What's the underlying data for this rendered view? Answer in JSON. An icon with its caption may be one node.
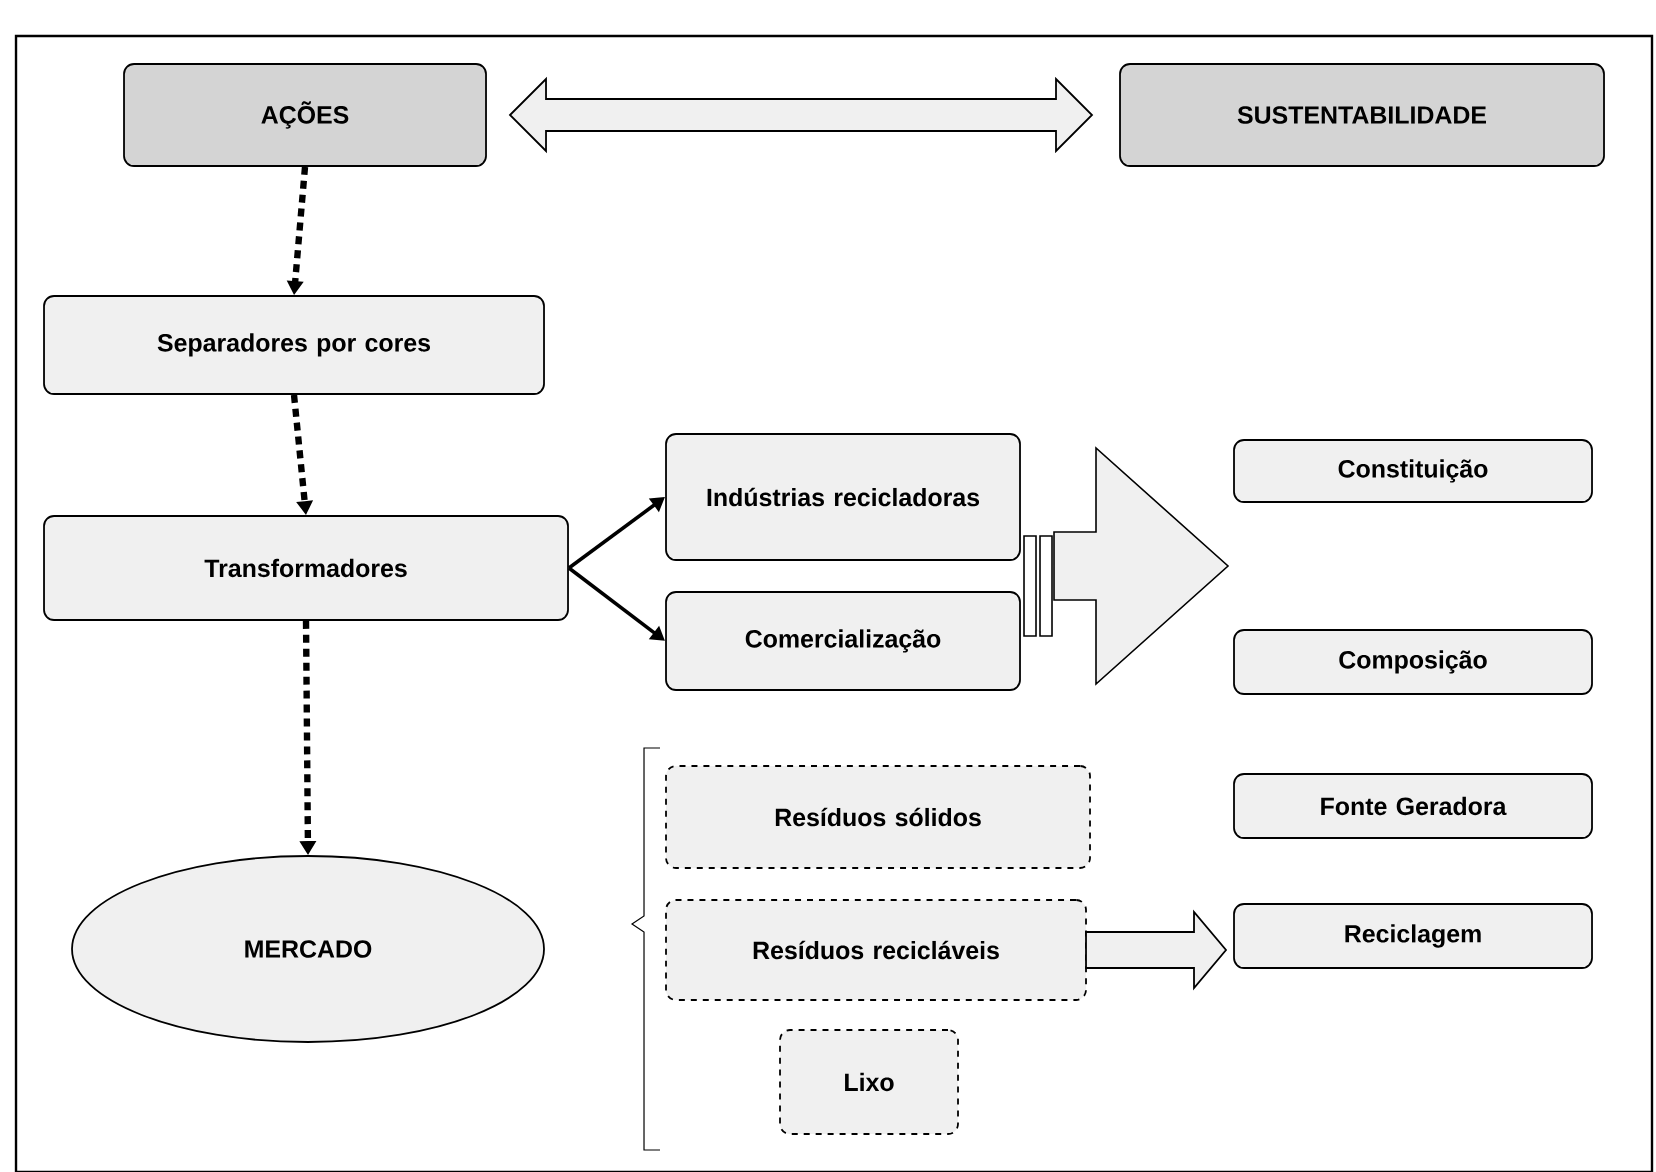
{
  "diagram": {
    "nodes": [
      {
        "text": [
          "AÇÕES"
        ]
      },
      {
        "text": [
          "SUSTENTABILIDADE"
        ]
      },
      {
        "text": [
          "Separadores por cores"
        ]
      },
      {
        "text": [
          "Transformadores"
        ]
      },
      {
        "text": [
          "Indústrias recicladoras"
        ]
      },
      {
        "text": [
          "Comercialização"
        ]
      },
      {
        "text": [
          "Constituição"
        ]
      },
      {
        "text": [
          "Composição"
        ]
      },
      {
        "text": [
          "MERCADO"
        ]
      },
      {
        "text": [
          "Resíduos sólidos"
        ]
      },
      {
        "text": [
          "Resíduos recicláveis"
        ]
      },
      {
        "text": [
          "Lixo"
        ]
      },
      {
        "text": [
          "Fonte Geradora"
        ]
      },
      {
        "text": [
          "Reciclagem"
        ]
      }
    ],
    "edges": [
      {
        "from": 0,
        "to": 1,
        "arrow": "both",
        "style": "thick"
      },
      {
        "from": 0,
        "to": 2,
        "arrow": "to",
        "style": "dashed"
      },
      {
        "from": 2,
        "to": 3,
        "arrow": "to",
        "style": "dashed"
      },
      {
        "from": 3,
        "to": 4,
        "arrow": "to"
      },
      {
        "from": 3,
        "to": 5,
        "arrow": "to"
      },
      {
        "from": 4,
        "to": null,
        "arrow": "to",
        "style": "thick"
      },
      {
        "from": 5,
        "to": null,
        "arrow": "to",
        "style": "thick"
      },
      {
        "from": 3,
        "to": 8,
        "arrow": "to",
        "style": "dashed"
      },
      {
        "from": 10,
        "to": 13,
        "arrow": "to",
        "style": "thick"
      }
    ]
  }
}
